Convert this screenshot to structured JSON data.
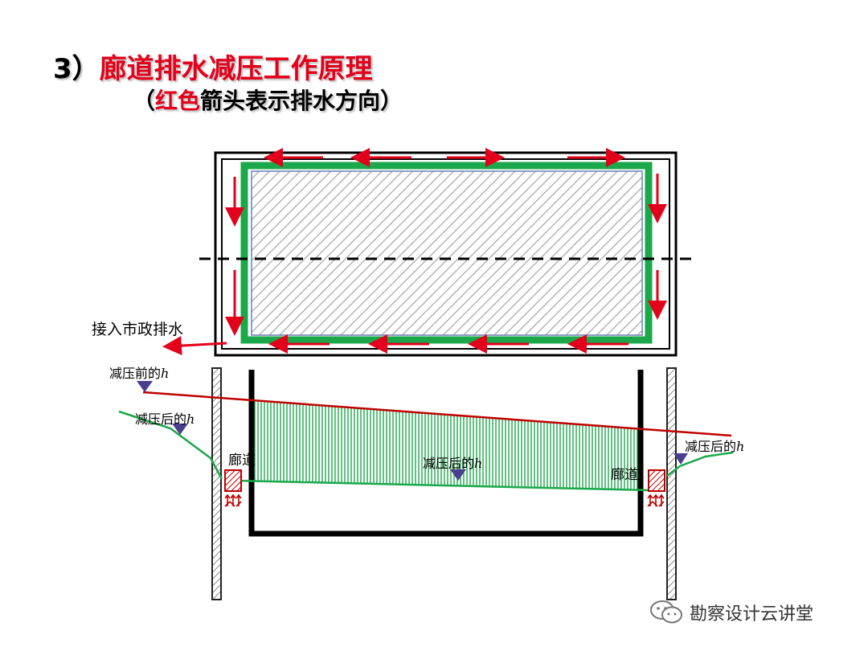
{
  "header": {
    "prefix": "3）",
    "title": "廊道排水减压工作原理",
    "subtitle_open": "（",
    "subtitle_highlight": "红色",
    "subtitle_rest": "箭头表示排水方向）"
  },
  "labels": {
    "municipal_drain": "接入市政排水",
    "before_h_text": "减压前的",
    "after_h_text": "减压后的",
    "h_symbol": "h",
    "corridor": "廊道"
  },
  "watermark": {
    "text": "勘察设计云讲堂",
    "icon": "wechat-icon"
  },
  "colors": {
    "drain_arrow": "#e3001b",
    "corridor_green": "#1aa84a",
    "water_line_before": "#c00000",
    "water_line_after": "#1aa84a",
    "hatch_fill": "#c8c8c8",
    "water_marker": "#4a3f8f"
  }
}
